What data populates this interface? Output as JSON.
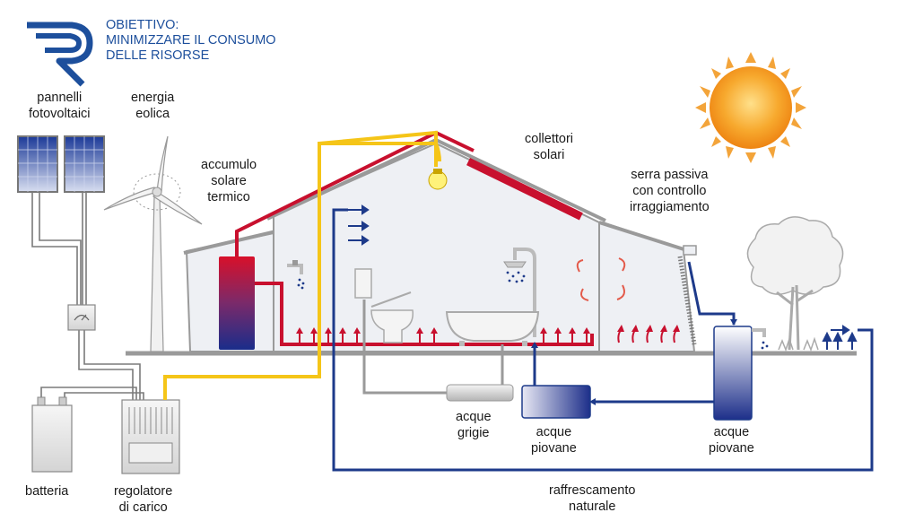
{
  "header": {
    "line1": "OBIETTIVO:",
    "line2": "MINIMIZZARE IL CONSUMO",
    "line3": "DELLE RISORSE"
  },
  "labels": {
    "pannelli_1": "pannelli",
    "pannelli_2": "fotovoltaici",
    "energia_1": "energia",
    "energia_2": "eolica",
    "accumulo_1": "accumulo",
    "accumulo_2": "solare",
    "accumulo_3": "termico",
    "collettori_1": "collettori",
    "collettori_2": "solari",
    "serra_1": "serra passiva",
    "serra_2": "con controllo",
    "serra_3": "irraggiamento",
    "batteria": "batteria",
    "regolatore_1": "regolatore",
    "regolatore_2": "di carico",
    "grigie_1": "acque",
    "grigie_2": "grigie",
    "piovane_a1": "acque",
    "piovane_a2": "piovane",
    "piovane_b1": "acque",
    "piovane_b2": "piovane",
    "raffr_1": "raffrescamento",
    "raffr_2": "naturale"
  },
  "colors": {
    "brand_blue": "#1d4f9c",
    "heat_red": "#c8102e",
    "power_yellow": "#f5c518",
    "water_blue": "#1d3a8a",
    "grey_water": "#9a9a9a",
    "sun_orange": "#f39a1e"
  },
  "icons": [
    "logo-r-icon",
    "sun-icon",
    "wind-turbine-icon",
    "solar-panel-icon",
    "light-bulb-icon",
    "shower-icon",
    "bathtub-icon",
    "toilet-icon",
    "faucet-icon",
    "tree-icon",
    "battery-icon",
    "charge-controller-icon",
    "meter-icon"
  ]
}
